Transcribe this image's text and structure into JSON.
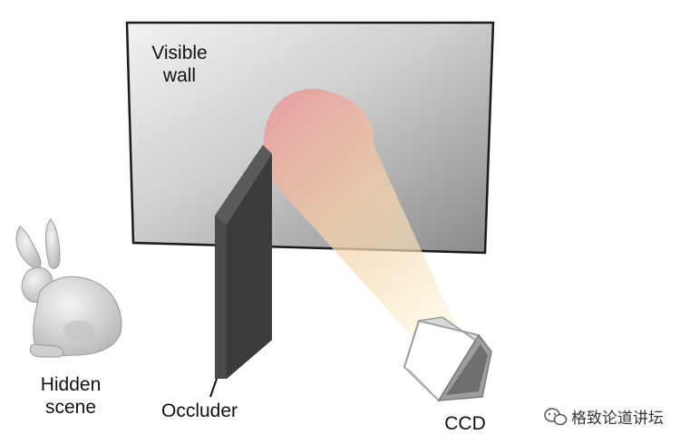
{
  "labels": {
    "visible_wall": [
      "Visible",
      "wall"
    ],
    "hidden_scene": [
      "Hidden",
      "scene"
    ],
    "occluder": "Occluder",
    "ccd": "CCD"
  },
  "watermark": {
    "icon": "wechat-icon",
    "text": "格致论道讲坛"
  },
  "colors": {
    "wall_light": "#f0f0f0",
    "wall_dark": "#8e8e8e",
    "beam_spot": "#e7a0a0",
    "beam_tail": "#fbefc8",
    "occluder_face": "#3a3a3a",
    "bunny": "#d9d9d9"
  }
}
